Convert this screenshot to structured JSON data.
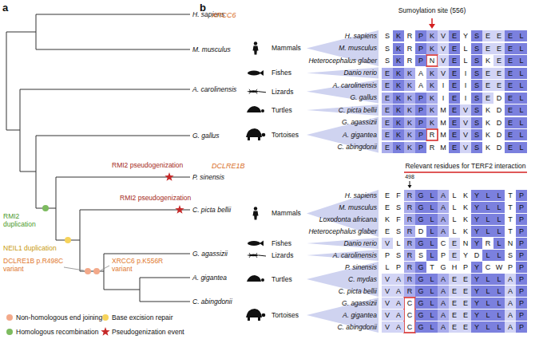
{
  "diagram": {
    "labels": [
      "a",
      "b",
      "H. sapiens",
      "M. musculus",
      "A. carolinensis",
      "G. gallus",
      "P. sinensis",
      "C. picta bellii",
      "G. agassizii",
      "A. gigantea",
      "C. abingdonii",
      "RMI2 pseudogenization",
      "RMI2 pseudogenization",
      "RMI2 duplication",
      "NEIL1 duplication",
      "DCLRE1B p.R498C variant",
      "XRCC6 p.K556R variant",
      "XRCC6",
      "Sumoylation site (556)",
      "Mammals",
      "Fishes",
      "Lizards",
      "Turtles",
      "Tortoises",
      "H. sapiens",
      "S",
      "K",
      "R",
      "P",
      "K",
      "V",
      "E",
      "Y",
      "S",
      "E",
      "E",
      "E",
      "L",
      "M. musculus",
      "S",
      "K",
      "R",
      "P",
      "K",
      "V",
      "E",
      "L",
      "S",
      "E",
      "E",
      "E",
      "L",
      "Heterocephalus glaber",
      "S",
      "K",
      "R",
      "P",
      "N",
      "V",
      "E",
      "L",
      "S",
      "K",
      "E",
      "E",
      "L",
      "Danio rerio",
      "E",
      "K",
      "K",
      "A",
      "K",
      "V",
      "E",
      "I",
      "S",
      "E",
      "E",
      "E",
      "L",
      "A. carolinensis",
      "E",
      "K",
      "K",
      "A",
      "K",
      "I",
      "E",
      "I",
      "S",
      "E",
      "E",
      "E",
      "L",
      "G. gallus",
      "E",
      "K",
      "K",
      "P",
      "K",
      "I",
      "E",
      "I",
      "S",
      "E",
      "D",
      "E",
      "L",
      "C. picta bellii",
      "E",
      "K",
      "K",
      "P",
      "K",
      "M",
      "E",
      "V",
      "S",
      "K",
      "D",
      "E",
      "L",
      "G. agassizii",
      "E",
      "K",
      "K",
      "P",
      "K",
      "M",
      "E",
      "V",
      "S",
      "K",
      "D",
      "E",
      "L",
      "A. gigantea",
      "E",
      "K",
      "K",
      "P",
      "R",
      "M",
      "E",
      "V",
      "S",
      "K",
      "D",
      "E",
      "L",
      "C. abingdonii",
      "E",
      "K",
      "K",
      "P",
      "R",
      "M",
      "E",
      "V",
      "S",
      "K",
      "D",
      "E",
      "L",
      "DCLRE1B",
      "Relevant residues for TERF2 interaction",
      "498",
      "Mammals",
      "Fishes",
      "Lizards",
      "Turtles",
      "Tortoises",
      "H. sapiens",
      "E",
      "F",
      "R",
      "G",
      "L",
      "A",
      "L",
      "K",
      "Y",
      "L",
      "L",
      "T",
      "P",
      "M. musculus",
      "E",
      "S",
      "R",
      "G",
      "L",
      "A",
      "L",
      "K",
      "Y",
      "L",
      "L",
      "T",
      "P",
      "Loxodonta africana",
      "K",
      "F",
      "R",
      "G",
      "L",
      "A",
      "L",
      "K",
      "Y",
      "L",
      "L",
      "T",
      "P",
      "Heterocephalus glaber",
      "E",
      "S",
      "R",
      "D",
      "L",
      "A",
      "L",
      "K",
      "Y",
      "L",
      "L",
      "T",
      "P",
      "Danio rerio",
      "V",
      "L",
      "R",
      "G",
      "L",
      "C",
      "E",
      "N",
      "Y",
      "R",
      "L",
      "N",
      "P",
      "A. carolinensis",
      "P",
      "S",
      "R",
      "S",
      "L",
      "P",
      "E",
      "Y",
      "D",
      "L",
      "L",
      "S",
      "P",
      "P. sinensis",
      "L",
      "P",
      "R",
      "G",
      "T",
      "G",
      "H",
      "P",
      "Y",
      "C",
      "W",
      "P",
      "P",
      "C. mydas",
      "V",
      "A",
      "R",
      "G",
      "L",
      "A",
      "E",
      "E",
      "Y",
      "L",
      "L",
      "A",
      "P",
      "C. picta bellii",
      "V",
      "A",
      "R",
      "G",
      "L",
      "A",
      "E",
      "E",
      "Y",
      "L",
      "L",
      "A",
      "P",
      "G. agassizii",
      "V",
      "A",
      "C",
      "G",
      "L",
      "A",
      "E",
      "E",
      "Y",
      "L",
      "L",
      "A",
      "P",
      "A. gigantea",
      "V",
      "A",
      "C",
      "G",
      "L",
      "A",
      "E",
      "E",
      "Y",
      "L",
      "L",
      "A",
      "P",
      "C. abingdonii",
      "V",
      "A",
      "C",
      "G",
      "L",
      "A",
      "E",
      "E",
      "Y",
      "L",
      "L",
      "A",
      "P"
    ],
    "legend": [
      {
        "text": "Non-homologous end joining",
        "color": "#f3a98a"
      },
      {
        "text": "Base excision repair",
        "color": "#f6d35b"
      },
      {
        "text": "Homologous recombination",
        "color": "#7dbb5f"
      },
      {
        "text": "Pseudogenization event"
      }
    ]
  }
}
